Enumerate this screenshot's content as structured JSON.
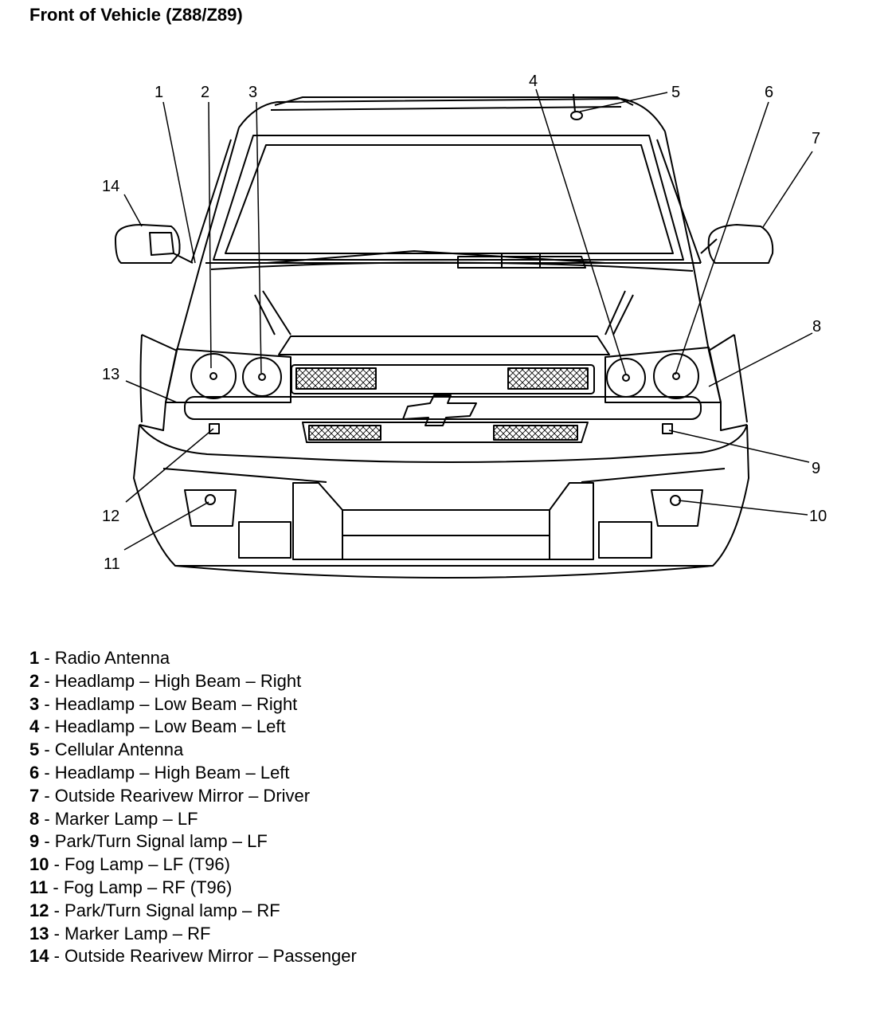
{
  "title": "Front of Vehicle (Z88/Z89)",
  "callouts": [
    "1",
    "2",
    "3",
    "4",
    "5",
    "6",
    "7",
    "8",
    "9",
    "10",
    "11",
    "12",
    "13",
    "14"
  ],
  "legend": [
    {
      "num": "1",
      "text": " - Radio Antenna"
    },
    {
      "num": "2",
      "text": " - Headlamp – High Beam – Right"
    },
    {
      "num": "3",
      "text": " - Headlamp – Low Beam – Right"
    },
    {
      "num": "4",
      "text": " - Headlamp – Low Beam – Left"
    },
    {
      "num": "5",
      "text": " - Cellular Antenna"
    },
    {
      "num": "6",
      "text": " - Headlamp – High Beam – Left"
    },
    {
      "num": "7",
      "text": " - Outside Rearivew Mirror – Driver"
    },
    {
      "num": "8",
      "text": " - Marker Lamp – LF"
    },
    {
      "num": "9",
      "text": " - Park/Turn Signal lamp – LF"
    },
    {
      "num": "10",
      "text": " - Fog Lamp – LF (T96)"
    },
    {
      "num": "11",
      "text": " - Fog Lamp – RF (T96)"
    },
    {
      "num": "12",
      "text": " - Park/Turn Signal lamp – RF"
    },
    {
      "num": "13",
      "text": " - Marker Lamp – RF"
    },
    {
      "num": "14",
      "text": " - Outside Rearivew Mirror – Passenger"
    }
  ]
}
